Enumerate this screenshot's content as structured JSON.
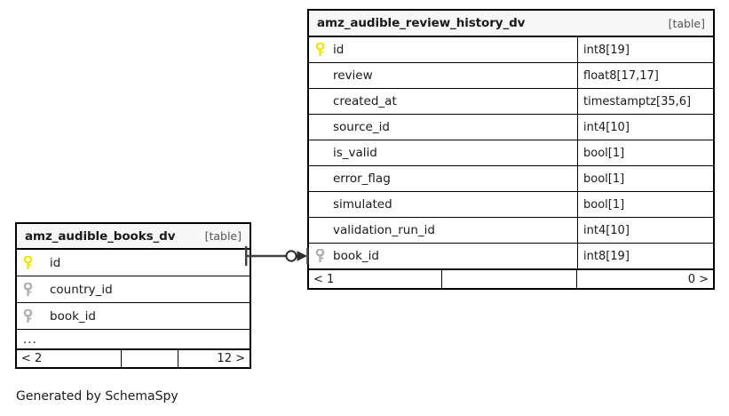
{
  "diagram": {
    "kind": "entity-relationship-diagram",
    "credit": "Generated by SchemaSpy",
    "colors": {
      "primary_key_icon": "#e8e800",
      "foreign_key_icon": "#b0b0b0",
      "node_border": "#000000",
      "header_background": "#f7f7f7",
      "row_background": "#ffffff",
      "connector": "#3f3f3f"
    }
  },
  "tables": [
    {
      "id": "amz_audible_review_history_dv",
      "name": "amz_audible_review_history_dv",
      "tag": "[table]",
      "columns": [
        {
          "key": "primary",
          "icon": "key-icon-yellow",
          "name": "id",
          "type": "int8[19]"
        },
        {
          "key": "none",
          "icon": "",
          "name": "review",
          "type": "float8[17,17]"
        },
        {
          "key": "none",
          "icon": "",
          "name": "created_at",
          "type": "timestamptz[35,6]"
        },
        {
          "key": "none",
          "icon": "",
          "name": "source_id",
          "type": "int4[10]"
        },
        {
          "key": "none",
          "icon": "",
          "name": "is_valid",
          "type": "bool[1]"
        },
        {
          "key": "none",
          "icon": "",
          "name": "error_flag",
          "type": "bool[1]"
        },
        {
          "key": "none",
          "icon": "",
          "name": "simulated",
          "type": "bool[1]"
        },
        {
          "key": "none",
          "icon": "",
          "name": "validation_run_id",
          "type": "int4[10]"
        },
        {
          "key": "foreign",
          "icon": "key-icon-gray",
          "name": "book_id",
          "type": "int8[19]"
        }
      ],
      "has_ellipsis_row": false,
      "footer": {
        "parents_label": "< 1",
        "middle_label": "",
        "children_label": "0 >"
      }
    },
    {
      "id": "amz_audible_books_dv",
      "name": "amz_audible_books_dv",
      "tag": "[table]",
      "columns": [
        {
          "key": "primary",
          "icon": "key-icon-yellow",
          "name": "id",
          "type": ""
        },
        {
          "key": "foreign",
          "icon": "key-icon-gray",
          "name": "country_id",
          "type": ""
        },
        {
          "key": "foreign",
          "icon": "key-icon-gray",
          "name": "book_id",
          "type": ""
        }
      ],
      "has_ellipsis_row": true,
      "ellipsis_label": "...",
      "footer": {
        "parents_label": "< 2",
        "middle_label": "",
        "children_label": "12 >"
      }
    }
  ],
  "relationships": [
    {
      "id": "books-to-review-history",
      "from_table": "amz_audible_books_dv",
      "from_column": "id",
      "to_table": "amz_audible_review_history_dv",
      "to_column": "book_id",
      "source_marker": "none",
      "target_marker": "zero-or-more"
    }
  ]
}
